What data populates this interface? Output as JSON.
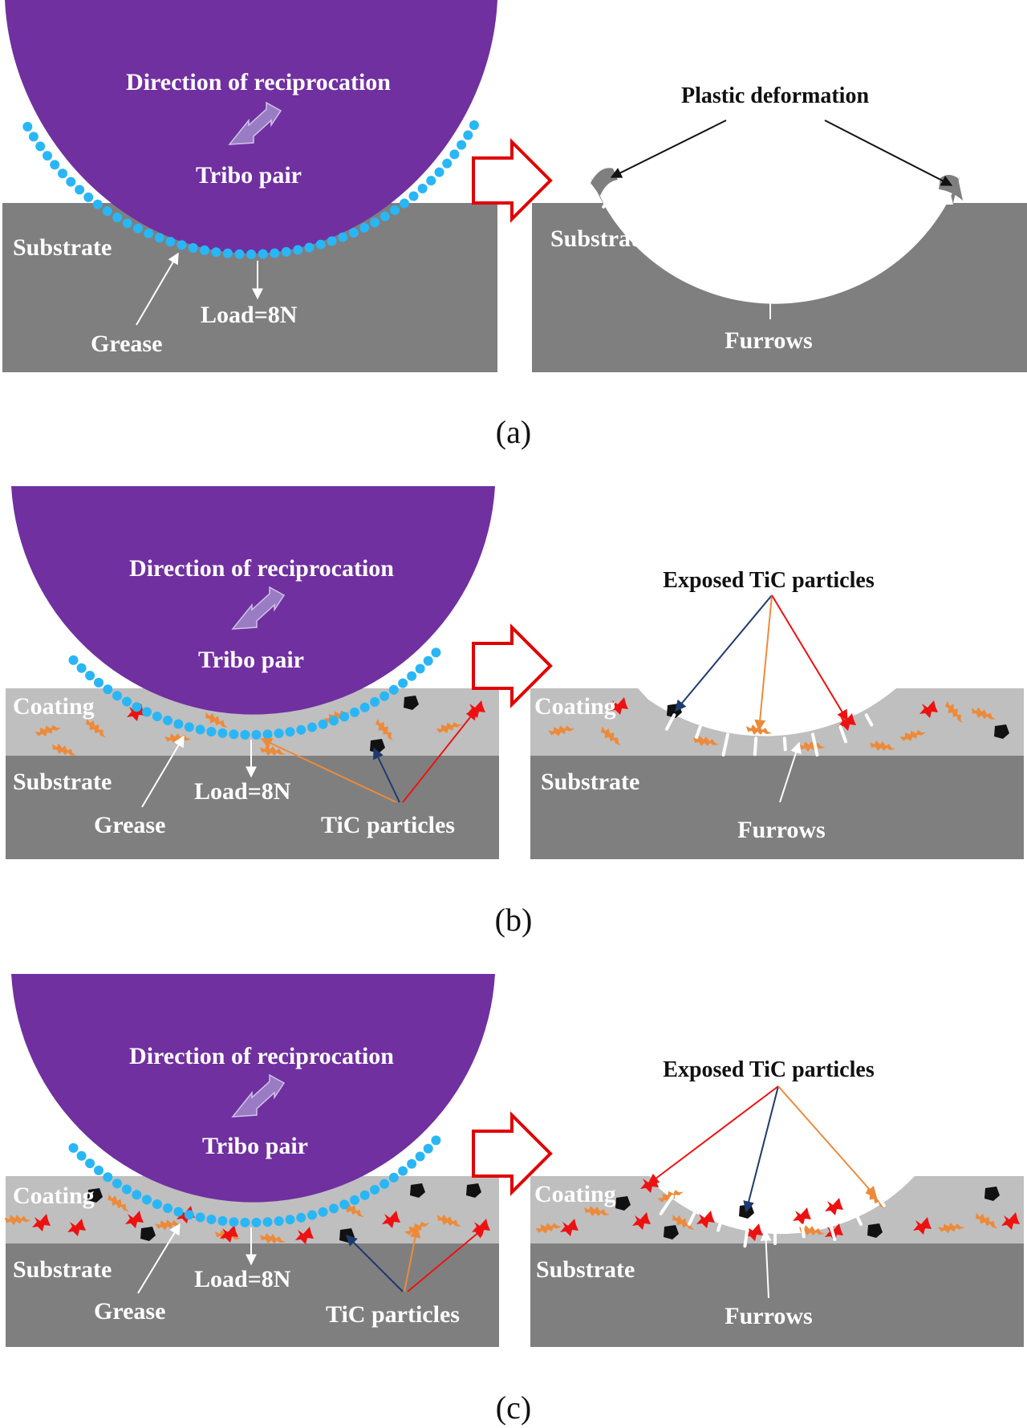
{
  "colors": {
    "tribo_pair": "#7030a0",
    "substrate": "#7f7f7f",
    "coating": "#bfbfbf",
    "grease": "#29b6f6",
    "arrow_outline": "#e00000",
    "tic_red": "#ee1111",
    "tic_orange": "#ed8a3a",
    "tic_black": "#111111",
    "leader_navy": "#1f3a6e"
  },
  "icons": {
    "transition_arrow": "hollow-red-right-arrow",
    "reciprocation_arrow": "double-headed-arrow"
  },
  "panels": [
    {
      "id": "a",
      "caption": "(a)",
      "left": {
        "direction": "Direction of reciprocation",
        "tribo_pair": "Tribo pair",
        "substrate": "Substrate",
        "load": "Load=8N",
        "grease": "Grease"
      },
      "right": {
        "plastic": "Plastic deformation",
        "substrate": "Substrate",
        "furrows": "Furrows"
      }
    },
    {
      "id": "b",
      "caption": "(b)",
      "left": {
        "direction": "Direction of reciprocation",
        "tribo_pair": "Tribo pair",
        "coating": "Coating",
        "substrate": "Substrate",
        "load": "Load=8N",
        "grease": "Grease",
        "tic": "TiC particles"
      },
      "right": {
        "exposed": "Exposed TiC particles",
        "coating": "Coating",
        "substrate": "Substrate",
        "furrows": "Furrows"
      }
    },
    {
      "id": "c",
      "caption": "(c)",
      "left": {
        "direction": "Direction of reciprocation",
        "tribo_pair": "Tribo pair",
        "coating": "Coating",
        "substrate": "Substrate",
        "load": "Load=8N",
        "grease": "Grease",
        "tic": "TiC particles"
      },
      "right": {
        "exposed": "Exposed TiC particles",
        "coating": "Coating",
        "substrate": "Substrate",
        "furrows": "Furrows"
      }
    }
  ]
}
